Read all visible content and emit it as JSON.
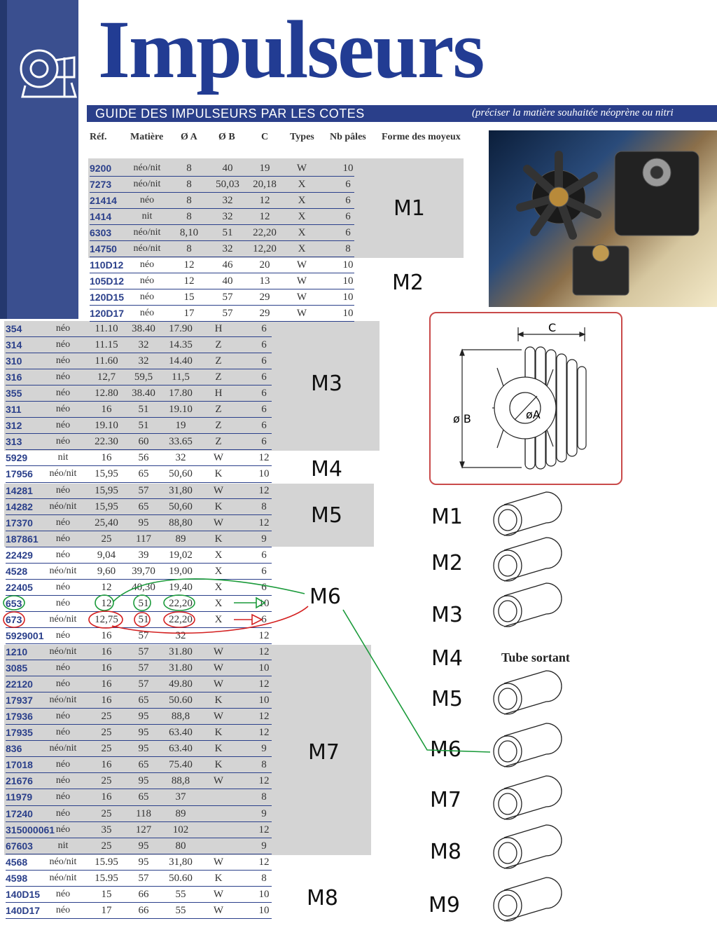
{
  "header": {
    "title": "Impulseurs",
    "subtitle": "GUIDE DES IMPULSEURS PAR LES COTES",
    "note": "(préciser la matière souhaitée néoprène ou nitri"
  },
  "columns": {
    "ref": "Réf.",
    "matiere": "Matière",
    "a": "Ø A",
    "b": "Ø B",
    "c": "C",
    "types": "Types",
    "pales": "Nb pâles",
    "moyeux": "Forme des moyeux"
  },
  "table_top": [
    {
      "ref": "9200",
      "mat": "néo/nit",
      "a": "8",
      "b": "40",
      "c": "19",
      "type": "W",
      "n": "10"
    },
    {
      "ref": "7273",
      "mat": "néo/nit",
      "a": "8",
      "b": "50,03",
      "c": "20,18",
      "type": "X",
      "n": "6"
    },
    {
      "ref": "21414",
      "mat": "néo",
      "a": "8",
      "b": "32",
      "c": "12",
      "type": "X",
      "n": "6"
    },
    {
      "ref": "1414",
      "mat": "nit",
      "a": "8",
      "b": "32",
      "c": "12",
      "type": "X",
      "n": "6"
    },
    {
      "ref": "6303",
      "mat": "néo/nit",
      "a": "8,10",
      "b": "51",
      "c": "22,20",
      "type": "X",
      "n": "6"
    },
    {
      "ref": "14750",
      "mat": "néo/nit",
      "a": "8",
      "b": "32",
      "c": "12,20",
      "type": "X",
      "n": "8"
    },
    {
      "ref": "110D12",
      "mat": "néo",
      "a": "12",
      "b": "46",
      "c": "20",
      "type": "W",
      "n": "10"
    },
    {
      "ref": "105D12",
      "mat": "néo",
      "a": "12",
      "b": "40",
      "c": "13",
      "type": "W",
      "n": "10"
    },
    {
      "ref": "120D15",
      "mat": "néo",
      "a": "15",
      "b": "57",
      "c": "29",
      "type": "W",
      "n": "10"
    },
    {
      "ref": "120D17",
      "mat": "néo",
      "a": "17",
      "b": "57",
      "c": "29",
      "type": "W",
      "n": "10"
    }
  ],
  "table_bottom": [
    {
      "ref": "354",
      "mat": "néo",
      "a": "11.10",
      "b": "38.40",
      "c": "17.90",
      "type": "H",
      "n": "6"
    },
    {
      "ref": "314",
      "mat": "néo",
      "a": "11.15",
      "b": "32",
      "c": "14.35",
      "type": "Z",
      "n": "6"
    },
    {
      "ref": "310",
      "mat": "néo",
      "a": "11.60",
      "b": "32",
      "c": "14.40",
      "type": "Z",
      "n": "6"
    },
    {
      "ref": "316",
      "mat": "néo",
      "a": "12,7",
      "b": "59,5",
      "c": "11,5",
      "type": "Z",
      "n": "6"
    },
    {
      "ref": "355",
      "mat": "néo",
      "a": "12.80",
      "b": "38.40",
      "c": "17.80",
      "type": "H",
      "n": "6"
    },
    {
      "ref": "311",
      "mat": "néo",
      "a": "16",
      "b": "51",
      "c": "19.10",
      "type": "Z",
      "n": "6"
    },
    {
      "ref": "312",
      "mat": "néo",
      "a": "19.10",
      "b": "51",
      "c": "19",
      "type": "Z",
      "n": "6"
    },
    {
      "ref": "313",
      "mat": "néo",
      "a": "22.30",
      "b": "60",
      "c": "33.65",
      "type": "Z",
      "n": "6"
    },
    {
      "ref": "5929",
      "mat": "nit",
      "a": "16",
      "b": "56",
      "c": "32",
      "type": "W",
      "n": "12"
    },
    {
      "ref": "17956",
      "mat": "néo/nit",
      "a": "15,95",
      "b": "65",
      "c": "50,60",
      "type": "K",
      "n": "10"
    },
    {
      "ref": "14281",
      "mat": "néo",
      "a": "15,95",
      "b": "57",
      "c": "31,80",
      "type": "W",
      "n": "12"
    },
    {
      "ref": "14282",
      "mat": "néo/nit",
      "a": "15,95",
      "b": "65",
      "c": "50,60",
      "type": "K",
      "n": "8"
    },
    {
      "ref": "17370",
      "mat": "néo",
      "a": "25,40",
      "b": "95",
      "c": "88,80",
      "type": "W",
      "n": "12"
    },
    {
      "ref": "187861",
      "mat": "néo",
      "a": "25",
      "b": "117",
      "c": "89",
      "type": "K",
      "n": "9"
    },
    {
      "ref": "22429",
      "mat": "néo",
      "a": "9,04",
      "b": "39",
      "c": "19,02",
      "type": "X",
      "n": "6"
    },
    {
      "ref": "4528",
      "mat": "néo/nit",
      "a": "9,60",
      "b": "39,70",
      "c": "19,00",
      "type": "X",
      "n": "6"
    },
    {
      "ref": "22405",
      "mat": "néo",
      "a": "12",
      "b": "40,30",
      "c": "19,40",
      "type": "X",
      "n": "6"
    },
    {
      "ref": "653",
      "mat": "néo",
      "a": "12",
      "b": "51",
      "c": "22,20",
      "type": "X",
      "n": "10"
    },
    {
      "ref": "673",
      "mat": "néo/nit",
      "a": "12,75",
      "b": "51",
      "c": "22,20",
      "type": "X",
      "n": "6"
    },
    {
      "ref": "5929001",
      "mat": "néo",
      "a": "16",
      "b": "57",
      "c": "32",
      "type": "",
      "n": "12"
    },
    {
      "ref": "1210",
      "mat": "néo/nit",
      "a": "16",
      "b": "57",
      "c": "31.80",
      "type": "W",
      "n": "12"
    },
    {
      "ref": "3085",
      "mat": "néo",
      "a": "16",
      "b": "57",
      "c": "31.80",
      "type": "W",
      "n": "10"
    },
    {
      "ref": "22120",
      "mat": "néo",
      "a": "16",
      "b": "57",
      "c": "49.80",
      "type": "W",
      "n": "12"
    },
    {
      "ref": "17937",
      "mat": "néo/nit",
      "a": "16",
      "b": "65",
      "c": "50.60",
      "type": "K",
      "n": "10"
    },
    {
      "ref": "17936",
      "mat": "néo",
      "a": "25",
      "b": "95",
      "c": "88,8",
      "type": "W",
      "n": "12"
    },
    {
      "ref": "17935",
      "mat": "néo",
      "a": "25",
      "b": "95",
      "c": "63.40",
      "type": "K",
      "n": "12"
    },
    {
      "ref": "836",
      "mat": "néo/nit",
      "a": "25",
      "b": "95",
      "c": "63.40",
      "type": "K",
      "n": "9"
    },
    {
      "ref": "17018",
      "mat": "néo",
      "a": "16",
      "b": "65",
      "c": "75.40",
      "type": "K",
      "n": "8"
    },
    {
      "ref": "21676",
      "mat": "néo",
      "a": "25",
      "b": "95",
      "c": "88,8",
      "type": "W",
      "n": "12"
    },
    {
      "ref": "11979",
      "mat": "néo",
      "a": "16",
      "b": "65",
      "c": "37",
      "type": "",
      "n": "8"
    },
    {
      "ref": "17240",
      "mat": "néo",
      "a": "25",
      "b": "118",
      "c": "89",
      "type": "",
      "n": "9"
    },
    {
      "ref": "315000061",
      "mat": "néo",
      "a": "35",
      "b": "127",
      "c": "102",
      "type": "",
      "n": "12"
    },
    {
      "ref": "67603",
      "mat": "nit",
      "a": "25",
      "b": "95",
      "c": "80",
      "type": "",
      "n": "9"
    },
    {
      "ref": "4568",
      "mat": "néo/nit",
      "a": "15.95",
      "b": "95",
      "c": "31,80",
      "type": "W",
      "n": "12"
    },
    {
      "ref": "4598",
      "mat": "néo/nit",
      "a": "15.95",
      "b": "57",
      "c": "50.60",
      "type": "K",
      "n": "8"
    },
    {
      "ref": "140D15",
      "mat": "néo",
      "a": "15",
      "b": "66",
      "c": "55",
      "type": "W",
      "n": "10"
    },
    {
      "ref": "140D17",
      "mat": "néo",
      "a": "17",
      "b": "66",
      "c": "55",
      "type": "W",
      "n": "10"
    }
  ],
  "groups": {
    "m1": "M1",
    "m2": "M2",
    "m3": "M3",
    "m4": "M4",
    "m5": "M5",
    "m6": "M6",
    "m7": "M7",
    "m8": "M8"
  },
  "diagram": {
    "c": "C",
    "b": "ø B",
    "a": "øA"
  },
  "legend": {
    "m1": "M1",
    "m2": "M2",
    "m3": "M3",
    "m4": "M4",
    "m5": "M5",
    "m6": "M6",
    "m7": "M7",
    "m8": "M8",
    "m9": "M9",
    "tube": "Tube sortant"
  },
  "colors": {
    "brand_blue": "#223c93",
    "annotation_green": "#1a9a3a",
    "annotation_red": "#d42020"
  }
}
